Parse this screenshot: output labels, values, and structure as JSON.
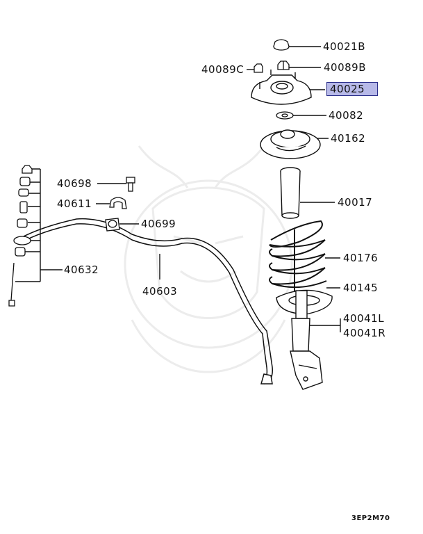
{
  "labels": {
    "p40021B": "40021B",
    "p40089B": "40089B",
    "p40089C": "40089C",
    "p40025": "40025",
    "p40082": "40082",
    "p40162": "40162",
    "p40017": "40017",
    "p40176": "40176",
    "p40145": "40145",
    "p40041L": "40041L",
    "p40041R": "40041R",
    "p40698": "40698",
    "p40611": "40611",
    "p40699": "40699",
    "p40632": "40632",
    "p40603": "40603"
  },
  "highlight_color": "#b7b9e8",
  "diagram_code": "3EP2M70"
}
